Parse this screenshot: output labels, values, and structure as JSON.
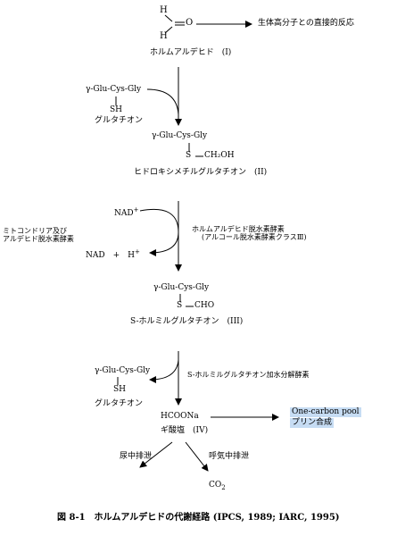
{
  "formaldehyde": {
    "atom_h_top": "H",
    "atom_h_bottom": "H",
    "atom_o": "O",
    "name": "ホルムアルデヒド　(I)",
    "direct_reaction": "生体高分子との直接的反応"
  },
  "step1": {
    "gsh_left": "γ-Glu-Cys-Gly",
    "gsh_left_sh": "SH",
    "gsh_left_name": "グルタチオン",
    "product_chain": "γ-Glu-Cys-Gly",
    "product_s": "S",
    "product_group": "CH₂OH",
    "product_name": "ヒドロキシメチルグルタチオン　(II)"
  },
  "step2": {
    "nad_top": "NAD",
    "nad_top_sup": "+",
    "nad_bottom": "NAD　+　H",
    "nad_bottom_sup": "+",
    "left_enzyme_line1": "ミトコンドリア及び",
    "left_enzyme_line2": "アルデヒド脱水素酵素",
    "right_enzyme_line1": "ホルムアルデヒド脱水素酵素",
    "right_enzyme_line2": "(アルコール脱水素酵素クラスⅢ)",
    "product_chain": "γ-Glu-Cys-Gly",
    "product_s": "S",
    "product_group": "CHO",
    "product_name": "S-ホルミルグルタチオン　(III)"
  },
  "step3": {
    "gsh_chain": "γ-Glu-Cys-Gly",
    "gsh_sh": "SH",
    "gsh_name": "グルタチオン",
    "enzyme": "S-ホルミルグルタチオン加水分解酵素",
    "formate": "HCOONa",
    "formate_name": "ギ酸塩　(IV)",
    "pool_line1": "One-carbon pool",
    "pool_line2": "プリン合成"
  },
  "excretion": {
    "urine": "尿中排泄",
    "breath": "呼気中排泄",
    "co2": "CO",
    "co2_sub": "2"
  },
  "caption": "図 8-1　ホルムアルデヒドの代謝経路 (IPCS, 1989; IARC, 1995)"
}
